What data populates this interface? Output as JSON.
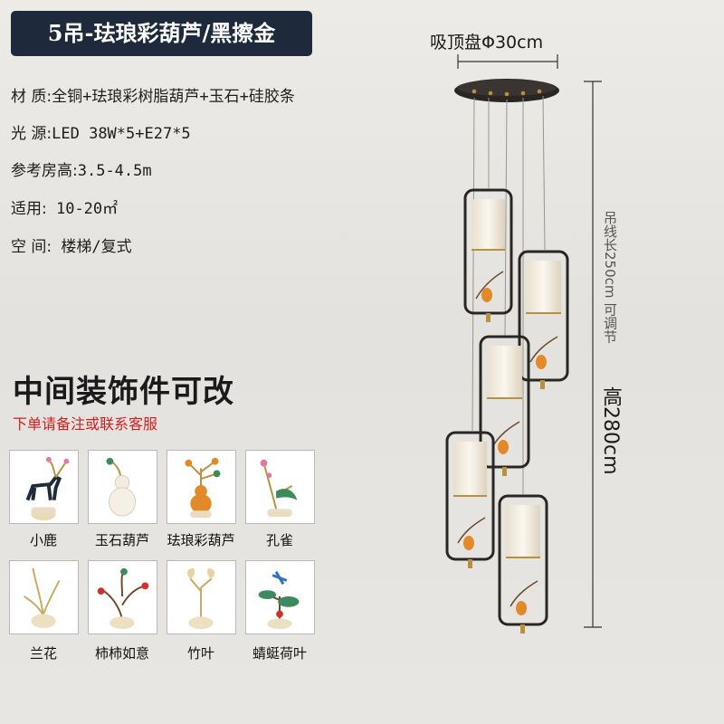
{
  "title": "5吊-珐琅彩葫芦/黑擦金",
  "specs": [
    {
      "label": "材 质:",
      "value": "全铜+珐琅彩树脂葫芦+玉石+硅胶条"
    },
    {
      "label": "光 源:",
      "value": "LED 38W*5+E27*5"
    },
    {
      "label": "参考房高:",
      "value": "3.5-4.5m"
    },
    {
      "label": "适用:",
      "value": " 10-20㎡"
    },
    {
      "label": "空 间:",
      "value": " 楼梯/复式"
    }
  ],
  "decor_heading": "中间装饰件可改",
  "decor_note": "下单请备注或联系客服",
  "ornaments": [
    {
      "name": "小鹿",
      "icon": "deer-ornament-icon"
    },
    {
      "name": "玉石葫芦",
      "icon": "jade-gourd-ornament-icon"
    },
    {
      "name": "珐琅彩葫芦",
      "icon": "enamel-gourd-ornament-icon"
    },
    {
      "name": "孔雀",
      "icon": "peacock-ornament-icon"
    },
    {
      "name": "兰花",
      "icon": "orchid-ornament-icon"
    },
    {
      "name": "柿柿如意",
      "icon": "persimmon-ornament-icon"
    },
    {
      "name": "竹叶",
      "icon": "bamboo-leaf-ornament-icon"
    },
    {
      "name": "蜻蜓荷叶",
      "icon": "dragonfly-lotus-ornament-icon"
    }
  ],
  "dimensions": {
    "canopy": "吸顶盘Φ30cm",
    "cable": "吊线长250cm 可调节",
    "height": "高280cm"
  },
  "colors": {
    "badge_bg": "#1e2a3c",
    "note_red": "#d11f1f",
    "frame_black": "#2a2624",
    "gold": "#b8913e",
    "enamel_orange": "#e2892a"
  }
}
